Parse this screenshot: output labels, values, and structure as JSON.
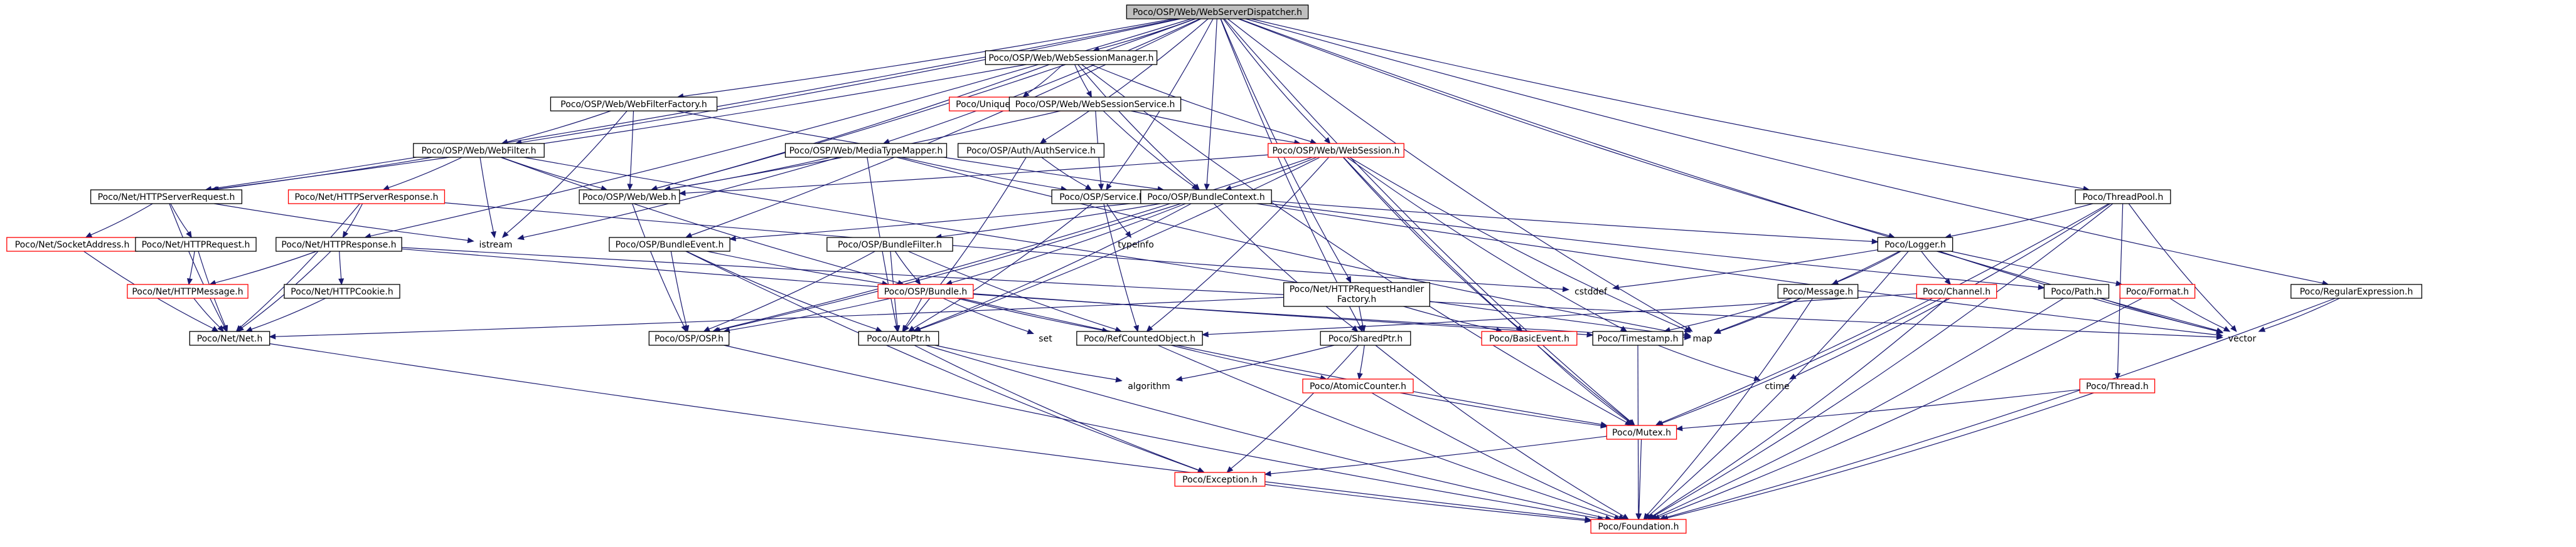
{
  "diagram": {
    "colors": {
      "edge": "#191970",
      "root_fill": "#bfbfbf",
      "node_fill": "#ffffff",
      "node_border_default": "#000000",
      "node_border_incomplete": "#ff0000",
      "text": "#000000"
    },
    "nodes": [
      {
        "id": "wsd",
        "label": "Poco/OSP/Web/WebServerDispatcher.h",
        "kind": "root"
      },
      {
        "id": "wsm",
        "label": "Poco/OSP/Web/WebSessionManager.h"
      },
      {
        "id": "wff",
        "label": "Poco/OSP/Web/WebFilterFactory.h"
      },
      {
        "id": "uec",
        "label": "Poco/UniqueExpireCache.h",
        "red": true
      },
      {
        "id": "wss",
        "label": "Poco/OSP/Web/WebSessionService.h"
      },
      {
        "id": "wf",
        "label": "Poco/OSP/Web/WebFilter.h"
      },
      {
        "id": "mtm",
        "label": "Poco/OSP/Web/MediaTypeMapper.h"
      },
      {
        "id": "auth",
        "label": "Poco/OSP/Auth/AuthService.h"
      },
      {
        "id": "ws",
        "label": "Poco/OSP/Web/WebSession.h",
        "red": true
      },
      {
        "id": "tp",
        "label": "Poco/ThreadPool.h"
      },
      {
        "id": "hsreq",
        "label": "Poco/Net/HTTPServerRequest.h"
      },
      {
        "id": "hsres",
        "label": "Poco/Net/HTTPServerResponse.h",
        "red": true
      },
      {
        "id": "web",
        "label": "Poco/OSP/Web/Web.h"
      },
      {
        "id": "svc",
        "label": "Poco/OSP/Service.h"
      },
      {
        "id": "bctx",
        "label": "Poco/OSP/BundleContext.h"
      },
      {
        "id": "logger",
        "label": "Poco/Logger.h"
      },
      {
        "id": "sa",
        "label": "Poco/Net/SocketAddress.h",
        "red": true
      },
      {
        "id": "hreq",
        "label": "Poco/Net/HTTPRequest.h"
      },
      {
        "id": "hres",
        "label": "Poco/Net/HTTPResponse.h"
      },
      {
        "id": "istream",
        "label": "istream",
        "plain": true
      },
      {
        "id": "bev",
        "label": "Poco/OSP/BundleEvent.h"
      },
      {
        "id": "bfil",
        "label": "Poco/OSP/BundleFilter.h"
      },
      {
        "id": "typeinfo",
        "label": "typeinfo",
        "plain": true
      },
      {
        "id": "hmsg",
        "label": "Poco/Net/HTTPMessage.h",
        "red": true
      },
      {
        "id": "hcookie",
        "label": "Poco/Net/HTTPCookie.h"
      },
      {
        "id": "bundle",
        "label": "Poco/OSP/Bundle.h",
        "red": true
      },
      {
        "id": "hrhf",
        "label": "Poco/Net/HTTPRequestHandler\nFactory.h"
      },
      {
        "id": "cstddef",
        "label": "cstddef",
        "plain": true
      },
      {
        "id": "msg",
        "label": "Poco/Message.h"
      },
      {
        "id": "channel",
        "label": "Poco/Channel.h",
        "red": true
      },
      {
        "id": "path",
        "label": "Poco/Path.h"
      },
      {
        "id": "format",
        "label": "Poco/Format.h",
        "red": true
      },
      {
        "id": "regex",
        "label": "Poco/RegularExpression.h"
      },
      {
        "id": "net",
        "label": "Poco/Net/Net.h"
      },
      {
        "id": "osp",
        "label": "Poco/OSP/OSP.h"
      },
      {
        "id": "autoptr",
        "label": "Poco/AutoPtr.h"
      },
      {
        "id": "set",
        "label": "set",
        "plain": true
      },
      {
        "id": "rco",
        "label": "Poco/RefCountedObject.h"
      },
      {
        "id": "sptr",
        "label": "Poco/SharedPtr.h"
      },
      {
        "id": "bevent",
        "label": "Poco/BasicEvent.h",
        "red": true
      },
      {
        "id": "ts",
        "label": "Poco/Timestamp.h"
      },
      {
        "id": "map",
        "label": "map",
        "plain": true
      },
      {
        "id": "vector",
        "label": "vector",
        "plain": true
      },
      {
        "id": "algorithm",
        "label": "algorithm",
        "plain": true
      },
      {
        "id": "ac",
        "label": "Poco/AtomicCounter.h",
        "red": true
      },
      {
        "id": "ctime",
        "label": "ctime",
        "plain": true
      },
      {
        "id": "thread",
        "label": "Poco/Thread.h",
        "red": true
      },
      {
        "id": "mutex",
        "label": "Poco/Mutex.h",
        "red": true
      },
      {
        "id": "exc",
        "label": "Poco/Exception.h",
        "red": true
      },
      {
        "id": "found",
        "label": "Poco/Foundation.h",
        "red": true
      }
    ],
    "edges": [
      [
        "wsd",
        "wsm"
      ],
      [
        "wsd",
        "wff"
      ],
      [
        "wsd",
        "wf"
      ],
      [
        "wsd",
        "mtm"
      ],
      [
        "wsd",
        "auth"
      ],
      [
        "wsd",
        "ws"
      ],
      [
        "wsd",
        "tp"
      ],
      [
        "wsd",
        "hsreq"
      ],
      [
        "wsd",
        "hres"
      ],
      [
        "wsd",
        "web"
      ],
      [
        "wsd",
        "svc"
      ],
      [
        "wsd",
        "bctx"
      ],
      [
        "wsd",
        "logger"
      ],
      [
        "wsd",
        "bev"
      ],
      [
        "wsd",
        "hrhf"
      ],
      [
        "wsd",
        "regex"
      ],
      [
        "wsd",
        "map"
      ],
      [
        "wsd",
        "vector"
      ],
      [
        "wsd",
        "mutex"
      ],
      [
        "wsd",
        "sptr"
      ],
      [
        "wsm",
        "uec"
      ],
      [
        "wsm",
        "wss"
      ],
      [
        "wsm",
        "ws"
      ],
      [
        "wsm",
        "web"
      ],
      [
        "wsm",
        "hsreq"
      ],
      [
        "wsm",
        "mutex"
      ],
      [
        "wsm",
        "bctx"
      ],
      [
        "wff",
        "wf"
      ],
      [
        "wff",
        "web"
      ],
      [
        "wff",
        "bctx"
      ],
      [
        "wff",
        "istream"
      ],
      [
        "wss",
        "ws"
      ],
      [
        "wss",
        "web"
      ],
      [
        "wss",
        "svc"
      ],
      [
        "wss",
        "bctx"
      ],
      [
        "wf",
        "hsreq"
      ],
      [
        "wf",
        "hsres"
      ],
      [
        "wf",
        "web"
      ],
      [
        "wf",
        "istream"
      ],
      [
        "wf",
        "bundle"
      ],
      [
        "wf",
        "map"
      ],
      [
        "mtm",
        "web"
      ],
      [
        "mtm",
        "svc"
      ],
      [
        "mtm",
        "autoptr"
      ],
      [
        "mtm",
        "istream"
      ],
      [
        "mtm",
        "map"
      ],
      [
        "auth",
        "svc"
      ],
      [
        "auth",
        "autoptr"
      ],
      [
        "ws",
        "web"
      ],
      [
        "ws",
        "bctx"
      ],
      [
        "ws",
        "bevent"
      ],
      [
        "ws",
        "ts"
      ],
      [
        "ws",
        "mutex"
      ],
      [
        "ws",
        "rco"
      ],
      [
        "ws",
        "map"
      ],
      [
        "ws",
        "autoptr"
      ],
      [
        "ws",
        "osp"
      ],
      [
        "tp",
        "logger"
      ],
      [
        "tp",
        "thread"
      ],
      [
        "tp",
        "mutex"
      ],
      [
        "tp",
        "vector"
      ],
      [
        "tp",
        "ctime"
      ],
      [
        "tp",
        "found"
      ],
      [
        "hsreq",
        "sa"
      ],
      [
        "hsreq",
        "hreq"
      ],
      [
        "hsreq",
        "istream"
      ],
      [
        "hsreq",
        "net"
      ],
      [
        "hsres",
        "hres"
      ],
      [
        "hsres",
        "net"
      ],
      [
        "hsres",
        "cstddef"
      ],
      [
        "web",
        "osp"
      ],
      [
        "svc",
        "rco"
      ],
      [
        "svc",
        "autoptr"
      ],
      [
        "svc",
        "typeinfo"
      ],
      [
        "bctx",
        "bev"
      ],
      [
        "bctx",
        "bfil"
      ],
      [
        "bctx",
        "bundle"
      ],
      [
        "bctx",
        "logger"
      ],
      [
        "bctx",
        "path"
      ],
      [
        "bctx",
        "autoptr"
      ],
      [
        "bctx",
        "osp"
      ],
      [
        "bctx",
        "vector"
      ],
      [
        "bctx",
        "sptr"
      ],
      [
        "logger",
        "cstddef"
      ],
      [
        "logger",
        "msg"
      ],
      [
        "logger",
        "channel"
      ],
      [
        "logger",
        "format"
      ],
      [
        "logger",
        "map"
      ],
      [
        "logger",
        "vector"
      ],
      [
        "logger",
        "found"
      ],
      [
        "sa",
        "net"
      ],
      [
        "hreq",
        "hmsg"
      ],
      [
        "hreq",
        "net"
      ],
      [
        "hres",
        "hmsg"
      ],
      [
        "hres",
        "hcookie"
      ],
      [
        "hres",
        "net"
      ],
      [
        "hres",
        "ts"
      ],
      [
        "hres",
        "vector"
      ],
      [
        "hmsg",
        "net"
      ],
      [
        "hcookie",
        "net"
      ],
      [
        "bev",
        "bundle"
      ],
      [
        "bev",
        "osp"
      ],
      [
        "bev",
        "exc"
      ],
      [
        "bev",
        "autoptr"
      ],
      [
        "bfil",
        "bundle"
      ],
      [
        "bfil",
        "osp"
      ],
      [
        "bfil",
        "rco"
      ],
      [
        "bfil",
        "autoptr"
      ],
      [
        "bundle",
        "osp"
      ],
      [
        "bundle",
        "set"
      ],
      [
        "bundle",
        "rco"
      ],
      [
        "bundle",
        "autoptr"
      ],
      [
        "bundle",
        "mutex"
      ],
      [
        "bundle",
        "map"
      ],
      [
        "hrhf",
        "net"
      ],
      [
        "hrhf",
        "bevent"
      ],
      [
        "hrhf",
        "sptr"
      ],
      [
        "msg",
        "ts"
      ],
      [
        "msg",
        "map"
      ],
      [
        "msg",
        "found"
      ],
      [
        "channel",
        "rco"
      ],
      [
        "channel",
        "mutex"
      ],
      [
        "channel",
        "found"
      ],
      [
        "path",
        "vector"
      ],
      [
        "path",
        "found"
      ],
      [
        "format",
        "vector"
      ],
      [
        "format",
        "found"
      ],
      [
        "regex",
        "vector"
      ],
      [
        "regex",
        "found"
      ],
      [
        "net",
        "found"
      ],
      [
        "osp",
        "found"
      ],
      [
        "autoptr",
        "exc"
      ],
      [
        "autoptr",
        "algorithm"
      ],
      [
        "autoptr",
        "found"
      ],
      [
        "rco",
        "ac"
      ],
      [
        "rco",
        "found"
      ],
      [
        "sptr",
        "exc"
      ],
      [
        "sptr",
        "ac"
      ],
      [
        "sptr",
        "algorithm"
      ],
      [
        "sptr",
        "found"
      ],
      [
        "bevent",
        "mutex"
      ],
      [
        "ts",
        "ctime"
      ],
      [
        "ts",
        "found"
      ],
      [
        "ac",
        "mutex"
      ],
      [
        "ac",
        "found"
      ],
      [
        "thread",
        "mutex"
      ],
      [
        "thread",
        "found"
      ],
      [
        "mutex",
        "exc"
      ],
      [
        "mutex",
        "found"
      ],
      [
        "exc",
        "found"
      ]
    ]
  }
}
